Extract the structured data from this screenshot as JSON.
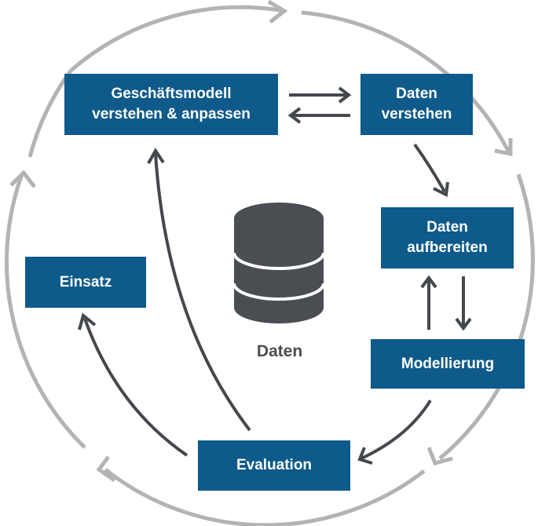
{
  "colors": {
    "box_fill": "#0e5a8a",
    "box_text": "#ffffff",
    "cycle_ring": "#b3b3b3",
    "inner_arrows": "#44484d",
    "database": "#4a4d52"
  },
  "nodes": {
    "business": {
      "lines": [
        "Geschäftsmodell",
        "verstehen & anpassen"
      ]
    },
    "data_understanding": {
      "lines": [
        "Daten",
        "verstehen"
      ]
    },
    "data_preparation": {
      "lines": [
        "Daten",
        "aufbereiten"
      ]
    },
    "modeling": {
      "lines": [
        "Modellierung"
      ]
    },
    "evaluation": {
      "lines": [
        "Evaluation"
      ]
    },
    "deployment": {
      "lines": [
        "Einsatz"
      ]
    }
  },
  "center": {
    "icon": "database-icon",
    "label": "Daten"
  }
}
